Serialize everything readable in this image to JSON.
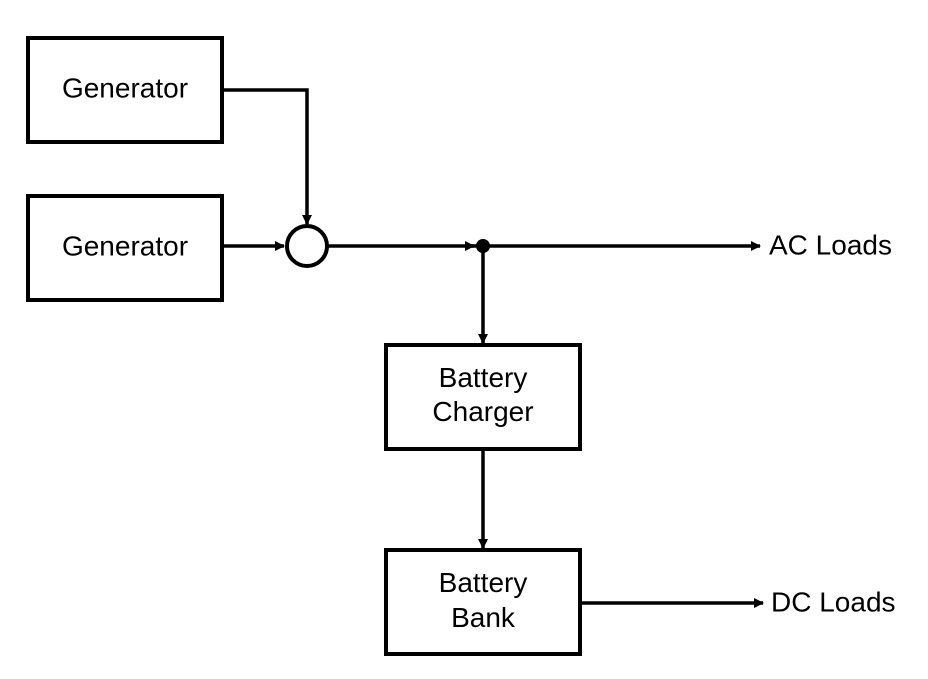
{
  "diagram": {
    "nodes": {
      "generator_1": {
        "label": "Generator"
      },
      "generator_2": {
        "label": "Generator"
      },
      "battery_charger": {
        "line1": "Battery",
        "line2": "Charger"
      },
      "battery_bank": {
        "line1": "Battery",
        "line2": "Bank"
      }
    },
    "outputs": {
      "ac_loads": "AC Loads",
      "dc_loads": "DC Loads"
    },
    "connections": [
      {
        "from": "generator_1",
        "to": "combiner"
      },
      {
        "from": "generator_2",
        "to": "combiner"
      },
      {
        "from": "combiner",
        "to": "junction"
      },
      {
        "from": "junction",
        "to": "ac_loads"
      },
      {
        "from": "junction",
        "to": "battery_charger"
      },
      {
        "from": "battery_charger",
        "to": "battery_bank"
      },
      {
        "from": "battery_bank",
        "to": "dc_loads"
      }
    ],
    "colors": {
      "line": "#000000",
      "background": "#ffffff"
    }
  }
}
